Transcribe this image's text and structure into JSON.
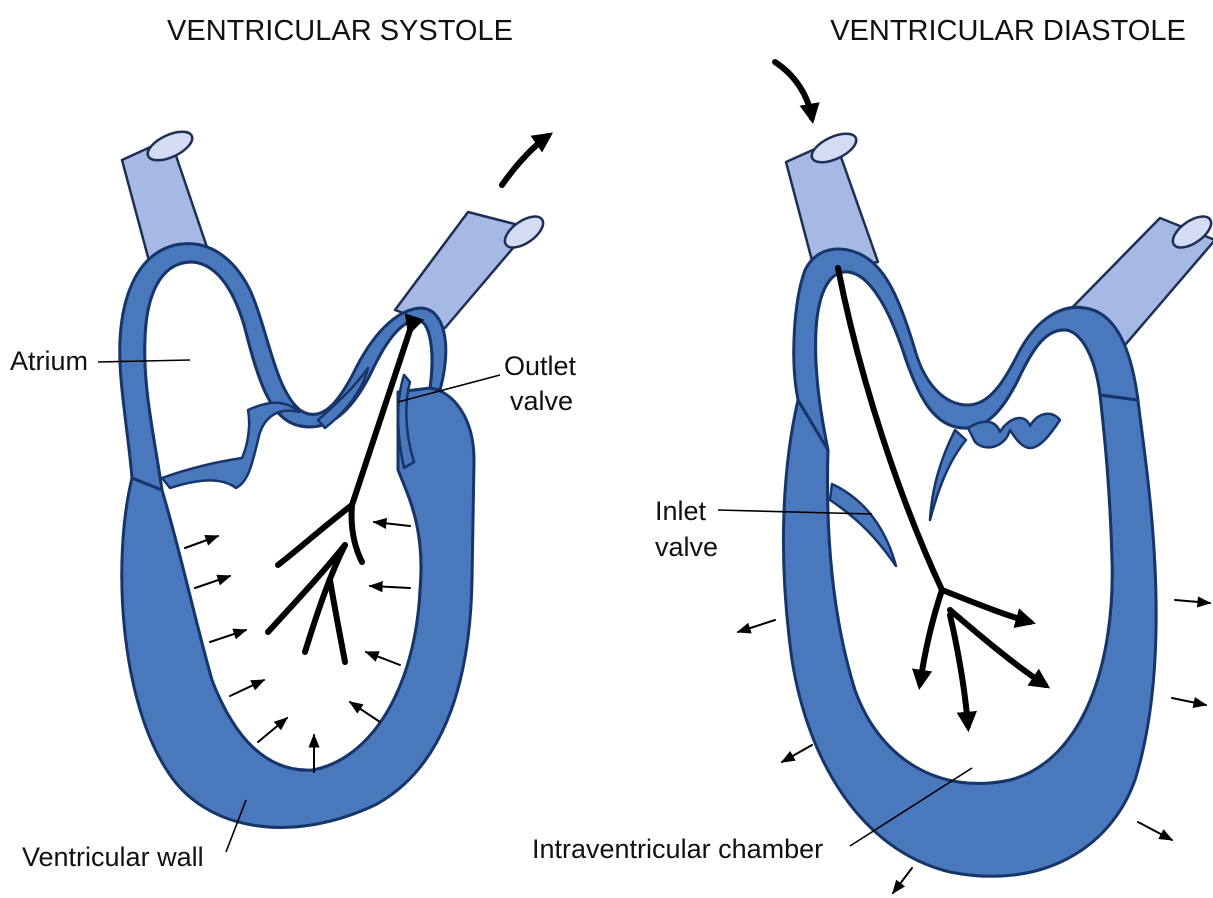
{
  "panels": {
    "systole": {
      "title": "VENTRICULAR SYSTOLE"
    },
    "diastole": {
      "title": "VENTRICULAR DIASTOLE"
    }
  },
  "labels": {
    "atrium": "Atrium",
    "outlet_valve_line1": "Outlet",
    "outlet_valve_line2": "valve",
    "inlet_valve_line1": "Inlet",
    "inlet_valve_line2": "valve",
    "ventricular_wall": "Ventricular wall",
    "intraventricular_chamber": "Intraventricular chamber"
  },
  "colors": {
    "myocardium": "#4a78bd",
    "vessel": "#a6b8e4",
    "outline": "#16356a",
    "background": "#ffffff"
  }
}
